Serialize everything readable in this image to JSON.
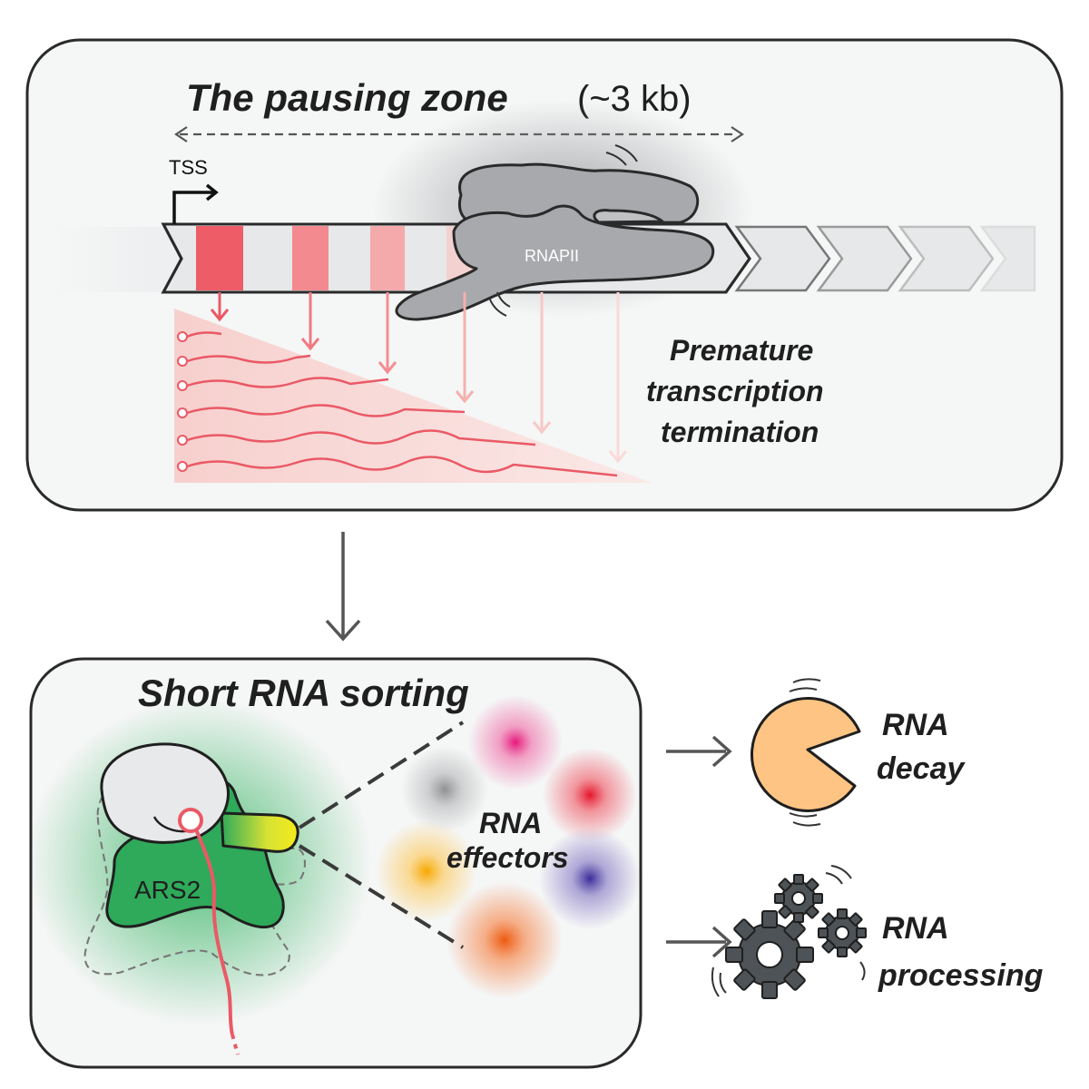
{
  "top_panel": {
    "title_bold": "The pausing zone",
    "title_plain": "(~3 kb)",
    "tss_label": "TSS",
    "polymerase_label": "RNAPII",
    "termination_line1": "Premature",
    "termination_line2": "transcription",
    "termination_line3": "termination"
  },
  "bottom_panel": {
    "title": "Short RNA sorting",
    "complex_label": "ARS2",
    "effectors_line1": "RNA",
    "effectors_line2": "effectors"
  },
  "outcomes": {
    "decay_line1": "RNA",
    "decay_line2": "decay",
    "processing_line1": "RNA",
    "processing_line2": "processing"
  },
  "colors": {
    "pause_site": "#ee6670",
    "transcript": "#ee6670",
    "polymerase": "#a7a9ac",
    "ars2": "#2eaa5a",
    "decay": "#fdc483",
    "gear": "#4d5356",
    "panel_bg": "#f5f6f6"
  },
  "icons": [
    "tss-arrow-icon",
    "down-arrow-icon",
    "right-arrow-icon",
    "pacman-icon",
    "gear-icon"
  ]
}
